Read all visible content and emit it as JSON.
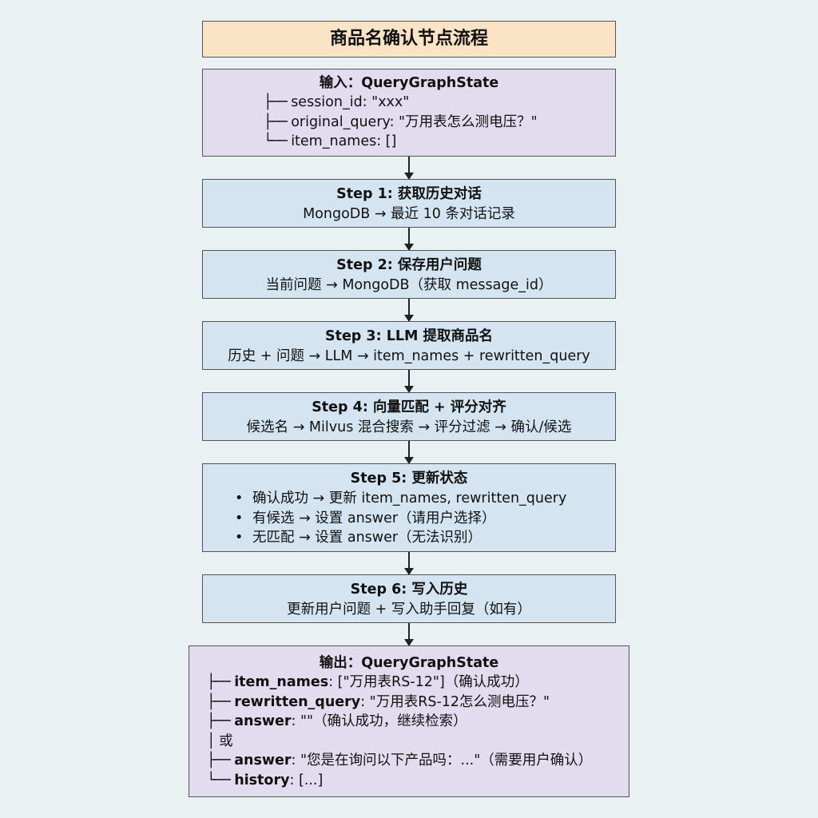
{
  "title": "商品名确认节点流程",
  "input": {
    "header": "输入：QueryGraphState",
    "lines": [
      {
        "branch": "├──",
        "text": "session_id: \"xxx\""
      },
      {
        "branch": "├──",
        "text": "original_query: \"万用表怎么测电压？\""
      },
      {
        "branch": "└──",
        "text": "item_names: []"
      }
    ]
  },
  "steps": [
    {
      "header": "Step 1:  获取历史对话",
      "lines": [
        "MongoDB → 最近 10 条对话记录"
      ]
    },
    {
      "header": "Step 2:  保存用户问题",
      "lines": [
        "当前问题 → MongoDB（获取 message_id）"
      ]
    },
    {
      "header": "Step 3: LLM 提取商品名",
      "lines": [
        "历史 + 问题 → LLM → item_names + rewritten_query"
      ]
    },
    {
      "header": "Step 4:  向量匹配 + 评分对齐",
      "lines": [
        "候选名 → Milvus 混合搜索 → 评分过滤 → 确认/候选"
      ]
    },
    {
      "header": "Step 5:  更新状态",
      "bullets": [
        "确认成功 → 更新 item_names, rewritten_query",
        "有候选 → 设置 answer（请用户选择）",
        "无匹配 → 设置 answer（无法识别）"
      ]
    },
    {
      "header": "Step 6:  写入历史",
      "lines": [
        "更新用户问题 + 写入助手回复（如有）"
      ]
    }
  ],
  "output": {
    "header": "输出：QueryGraphState",
    "lines": [
      {
        "branch": "├──",
        "key": "item_names",
        "text": ": [\"万用表RS-12\"]（确认成功）"
      },
      {
        "branch": "├──",
        "key": "rewritten_query",
        "text": ": \"万用表RS-12怎么测电压？\""
      },
      {
        "branch": "├──",
        "key": "answer",
        "text": ": \"\"（确认成功，继续检索）"
      },
      {
        "branch": "│",
        "key": "",
        "text": "  或"
      },
      {
        "branch": "├──",
        "key": "answer",
        "text": ": \"您是在询问以下产品吗：...\"（需要用户确认）"
      },
      {
        "branch": "└──",
        "key": "history",
        "text": ": [...]"
      }
    ]
  },
  "bullet_glyph": "•"
}
